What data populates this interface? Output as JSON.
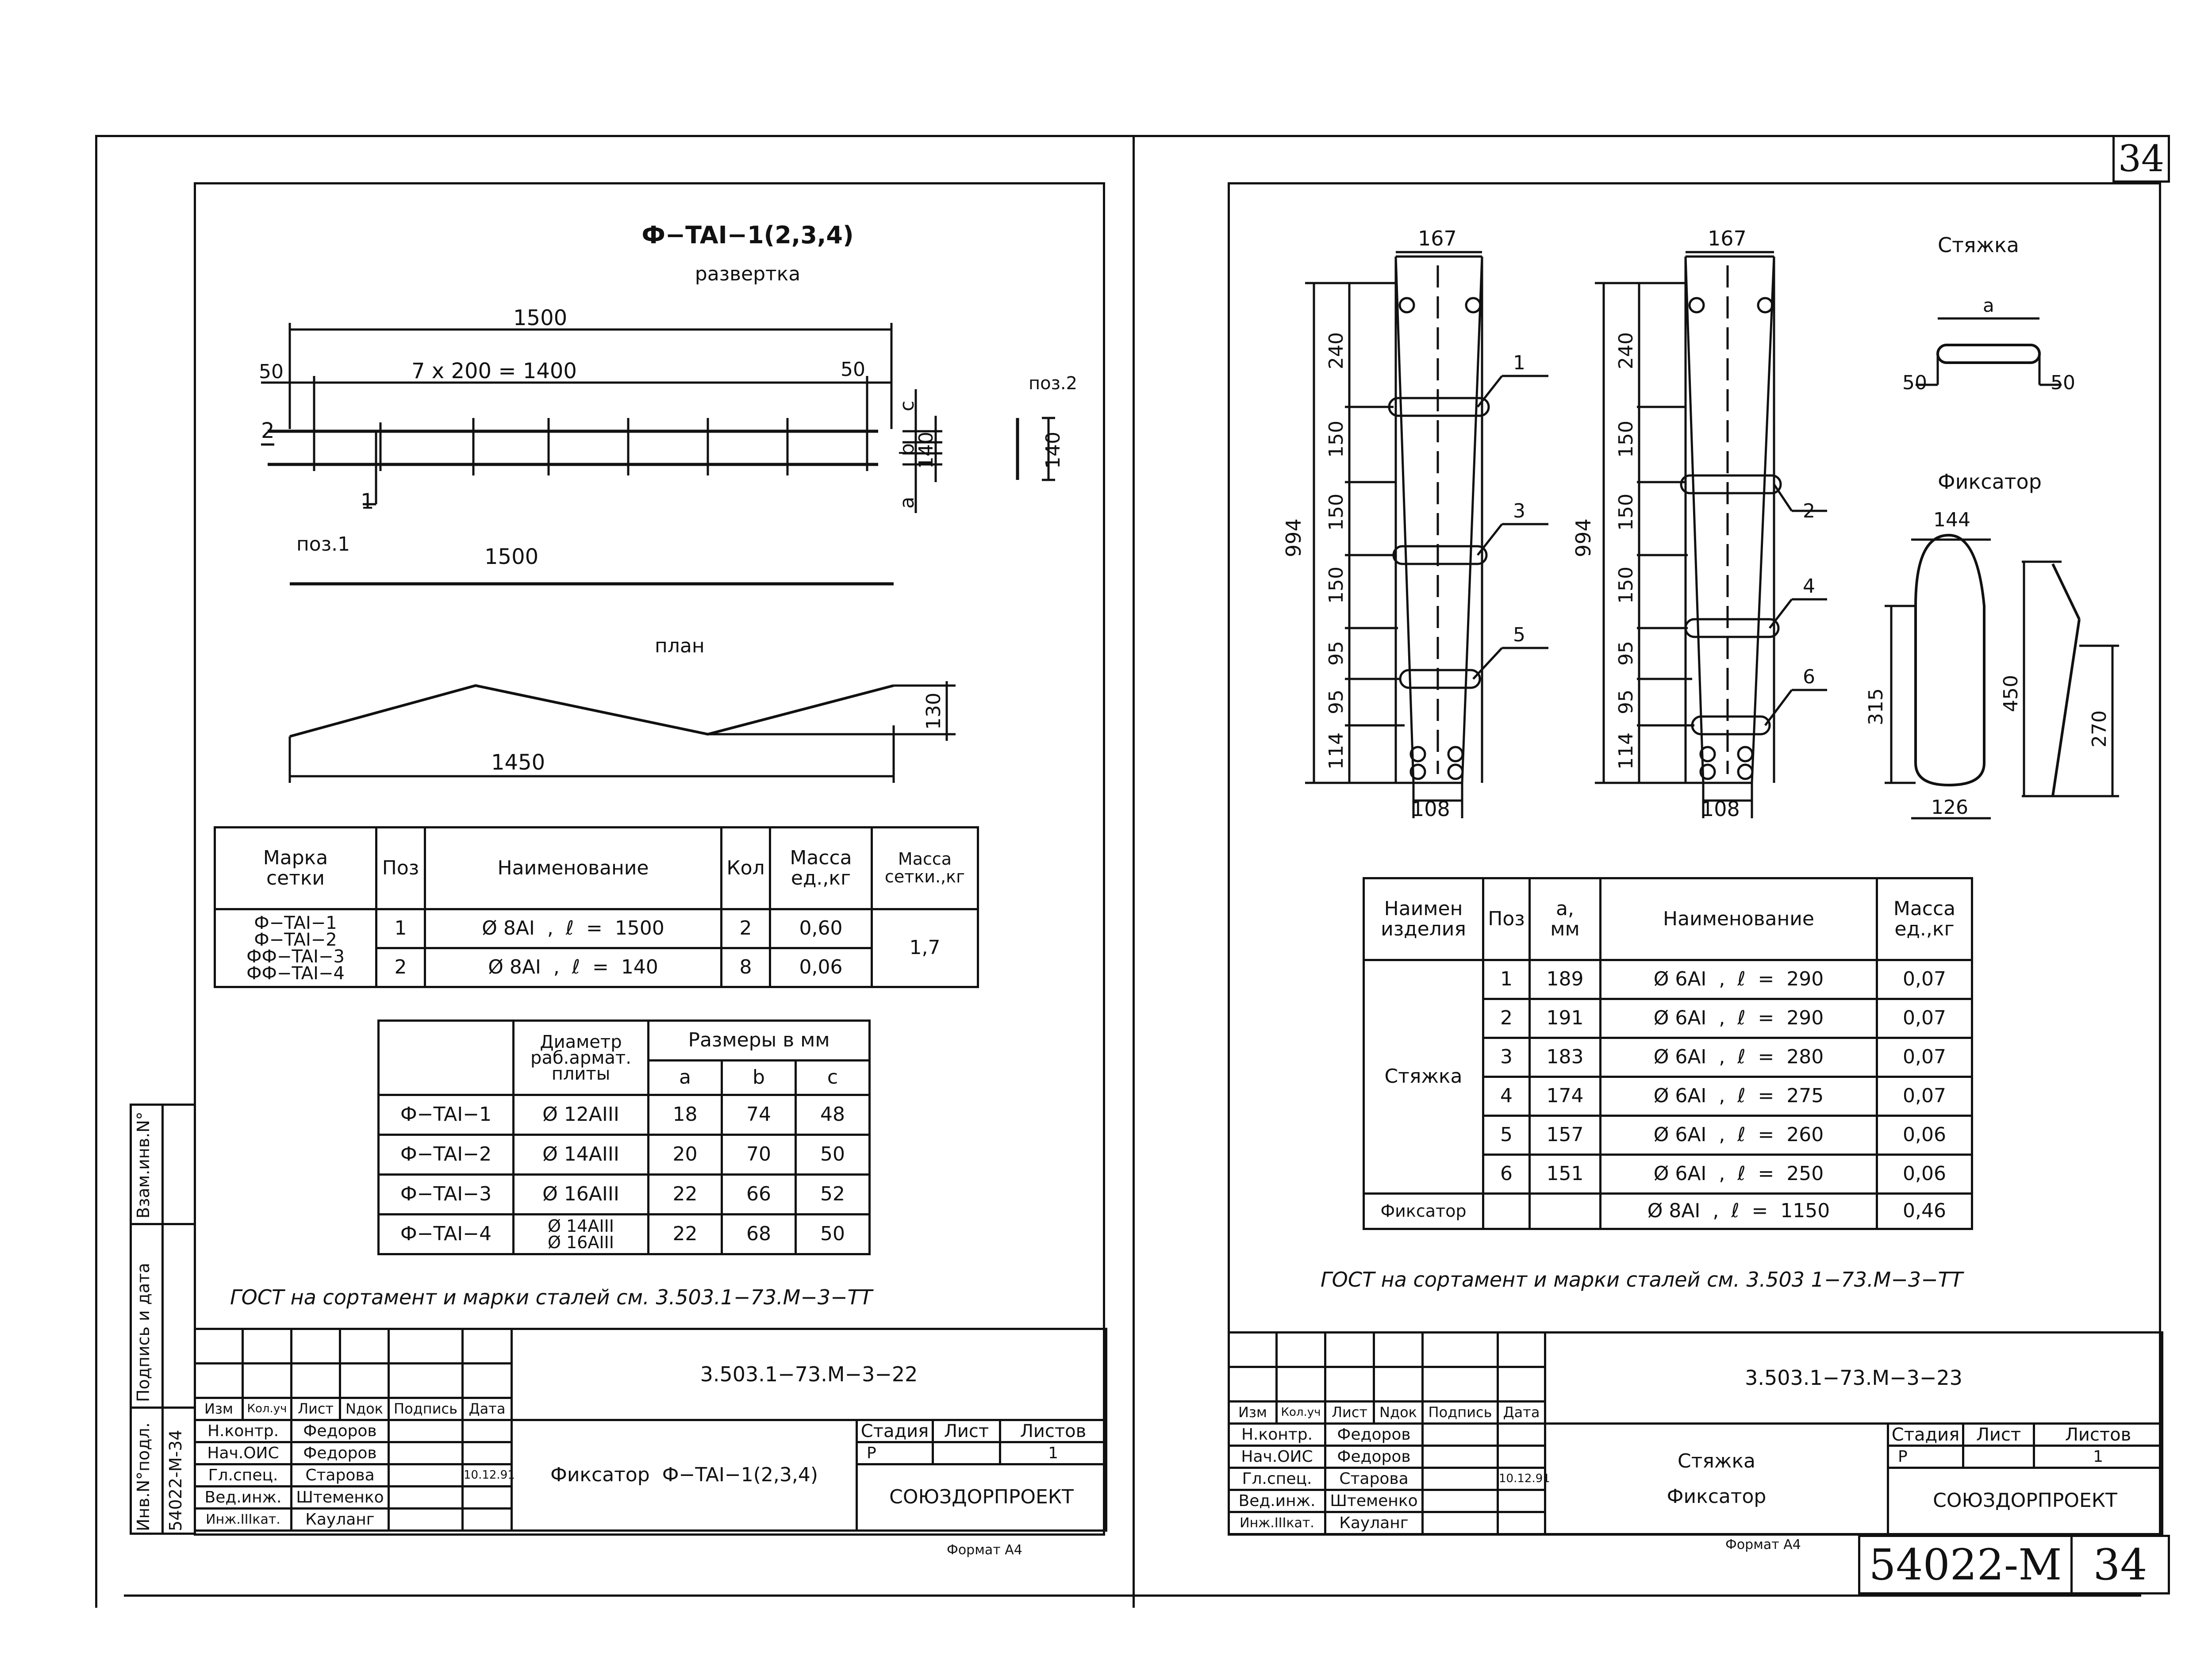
{
  "sheet_number_top": "34",
  "stamp_doc_code": "54022-М",
  "stamp_sheet": "34",
  "left_sheet": {
    "title": "Ф−TAI−1(2,3,4)",
    "subtitle_unfold": "развертка",
    "dims_unfold": {
      "total": "1500",
      "left_end": "50",
      "spacing": "7 x 200 = 1400",
      "right_end": "50",
      "pos2_label": "2",
      "pos1_label": "1",
      "c": "c",
      "b": "b",
      "a": "a",
      "height": "140"
    },
    "pos2_label": "поз.2",
    "pos2_dim": "140",
    "pos1_label": "поз.1",
    "pos1_dim": "1500",
    "plan_label": "план",
    "plan_dims": {
      "width": "1450",
      "height": "130"
    },
    "table1": {
      "headers": [
        "Марка сетки",
        "Поз",
        "Наименование",
        "Кол",
        "Масса ед.,кг",
        "Масса сетки.,кг"
      ],
      "marks": "Ф−TAI−1\nФ−TAI−2\nФФ−TAI−3\nФФ−TAI−4",
      "rows": [
        {
          "pos": "1",
          "name": "Ø 8AI  ,  ℓ  =  1500",
          "qty": "2",
          "mass": "0,60"
        },
        {
          "pos": "2",
          "name": "Ø 8AI  ,  ℓ  =  140",
          "qty": "8",
          "mass": "0,06"
        }
      ],
      "mass_total": "1,7"
    },
    "table2": {
      "header_diam": "Диаметр раб.арм­ат. плиты",
      "header_sizes": "Размеры в мм",
      "sub": [
        "a",
        "b",
        "c"
      ],
      "rows": [
        {
          "mark": "Ф−TAI−1",
          "diam": "Ø 12AIII",
          "a": "18",
          "b": "74",
          "c": "48"
        },
        {
          "mark": "Ф−TAI−2",
          "diam": "Ø 14AIII",
          "a": "20",
          "b": "70",
          "c": "50"
        },
        {
          "mark": "Ф−TAI−3",
          "diam": "Ø 16AIII",
          "a": "22",
          "b": "66",
          "c": "52"
        },
        {
          "mark": "Ф−TAI−4",
          "diam": "Ø 14AIII\nØ 16AIII",
          "a": "22",
          "b": "68",
          "c": "50"
        }
      ]
    },
    "gost_note": "ГОСТ на сортамент и марки сталей см. 3.503.1−73.М−3−ТТ",
    "stamp": {
      "code": "3.503.1−73.М−3−22",
      "head": [
        "Изм",
        "Кол.уч",
        "Лист",
        "Nдок",
        "Подпись",
        "Дата"
      ],
      "people": [
        {
          "role": "Н.контр.",
          "name": "Федоров",
          "date": ""
        },
        {
          "role": "Нач.ОИС",
          "name": "Федоров",
          "date": ""
        },
        {
          "role": "Гл.спец.",
          "name": "Старова",
          "date": "10.12.91"
        },
        {
          "role": "Вед.инж.",
          "name": "Штеменко",
          "date": ""
        },
        {
          "role": "Инж.IIIкат.",
          "name": "Кауланг",
          "date": ""
        }
      ],
      "title": "Фиксатор  Ф−TAI−1(2,3,4)",
      "stage_head": [
        "Стадия",
        "Лист",
        "Листов"
      ],
      "stage_vals": [
        "Р",
        "",
        "1"
      ],
      "org": "СОЮЗДОРПРОЕКТ"
    },
    "format": "Формат А4"
  },
  "side_labels": {
    "inv": "Инв.N°подл.",
    "inv_val": "54022-М-34",
    "sign": "Подпись и дата",
    "vzam": "Взам.инв.N°"
  },
  "right_sheet": {
    "drawing": {
      "top_w": "167",
      "bot_w": "108",
      "height": "994",
      "segs": [
        "240",
        "150",
        "150",
        "150",
        "95",
        "95",
        "114"
      ],
      "callouts_left": [
        "1",
        "3",
        "5"
      ],
      "callouts_right": [
        "2",
        "4",
        "6"
      ]
    },
    "styazhka_label": "Стяжка",
    "styazhka_dims": {
      "a": "a",
      "left": "50",
      "right": "50"
    },
    "fiksator_label": "Фиксатор",
    "fiksator_dims": {
      "top": "144",
      "bottom": "126",
      "left_h": "315",
      "h1": "450",
      "h2": "270"
    },
    "table": {
      "headers": [
        "Наимен изделия",
        "Поз",
        "a, мм",
        "Наименование",
        "Масса ед.,кг"
      ],
      "group": "Стяжка",
      "rows": [
        {
          "pos": "1",
          "a": "189",
          "name": "Ø 6AI  ,  ℓ  =  290",
          "mass": "0,07"
        },
        {
          "pos": "2",
          "a": "191",
          "name": "Ø 6AI  ,  ℓ  =  290",
          "mass": "0,07"
        },
        {
          "pos": "3",
          "a": "183",
          "name": "Ø 6AI  ,  ℓ  =  280",
          "mass": "0,07"
        },
        {
          "pos": "4",
          "a": "174",
          "name": "Ø 6AI  ,  ℓ  =  275",
          "mass": "0,07"
        },
        {
          "pos": "5",
          "a": "157",
          "name": "Ø 6AI  ,  ℓ  =  260",
          "mass": "0,06"
        },
        {
          "pos": "6",
          "a": "151",
          "name": "Ø 6AI  ,  ℓ  =  250",
          "mass": "0,06"
        }
      ],
      "last": {
        "label": "Фиксатор",
        "name": "Ø 8AI  ,  ℓ  =  1150",
        "mass": "0,46"
      }
    },
    "gost_note": "ГОСТ на сортамент и марки сталей см. 3.503 1−73.М−3−ТТ",
    "stamp": {
      "code": "3.503.1−73.М−3−23",
      "head": [
        "Изм",
        "Кол.уч",
        "Лист",
        "Nдок",
        "Подпись",
        "Дата"
      ],
      "people": [
        {
          "role": "Н.контр.",
          "name": "Федоров",
          "date": ""
        },
        {
          "role": "Нач.ОИС",
          "name": "Федоров",
          "date": ""
        },
        {
          "role": "Гл.спец.",
          "name": "Старова",
          "date": "10.12.91"
        },
        {
          "role": "Вед.инж.",
          "name": "Штеменко",
          "date": ""
        },
        {
          "role": "Инж.IIIкат.",
          "name": "Кауланг",
          "date": ""
        }
      ],
      "title1": "Стяжка",
      "title2": "Фиксатор",
      "stage_head": [
        "Стадия",
        "Лист",
        "Листов"
      ],
      "stage_vals": [
        "Р",
        "",
        "1"
      ],
      "org": "СОЮЗДОРПРОЕКТ"
    },
    "format": "Формат А4"
  }
}
